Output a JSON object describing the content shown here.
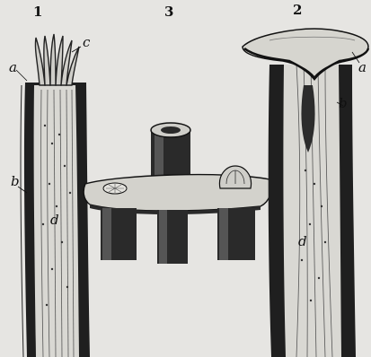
{
  "figure_numbers": {
    "fig1": "1",
    "fig2": "2",
    "fig3": "3"
  },
  "fig1_labels": {
    "a": "a",
    "b": "b",
    "c": "c",
    "d": "d"
  },
  "fig2_labels": {
    "a": "a",
    "b": "b",
    "d": "d"
  },
  "colors": {
    "paper": "#e6e5e2",
    "ink": "#111111",
    "bark": "#2a2a2a",
    "pith": "#d8d7d2"
  }
}
